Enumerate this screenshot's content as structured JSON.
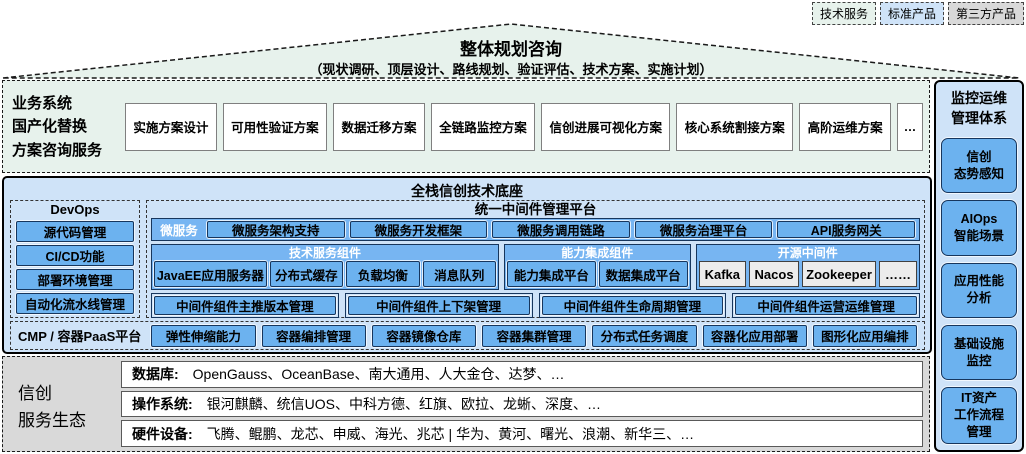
{
  "legend": {
    "items": [
      "技术服务",
      "标准产品",
      "第三方产品"
    ]
  },
  "roof": {
    "title": "整体规划咨询",
    "subtitle": "（现状调研、顶层设计、路线规划、验证评估、技术方案、实施计划）"
  },
  "biz": {
    "title": "业务系统\n国产化替换\n方案咨询服务",
    "items": [
      "实施方案设计",
      "可用性验证方案",
      "数据迁移方案",
      "全链路监控方案",
      "信创进展可视化方案",
      "核心系统割接方案",
      "高阶运维方案",
      "…"
    ]
  },
  "foundation": {
    "title": "全栈信创技术底座",
    "devops": {
      "title": "DevOps",
      "items": [
        "源代码管理",
        "CI/CD功能",
        "部署环境管理",
        "自动化流水线管理"
      ]
    },
    "middleware": {
      "title": "统一中间件管理平台",
      "ms_label": "微服务",
      "ms_items": [
        "微服务架构支持",
        "微服务开发框架",
        "微服务调用链路",
        "微服务治理平台",
        "API服务网关"
      ],
      "groups": [
        {
          "title": "技术服务组件",
          "items": [
            "JavaEE应用服务器",
            "分布式缓存",
            "负载均衡",
            "消息队列"
          ]
        },
        {
          "title": "能力集成组件",
          "items": [
            "能力集成平台",
            "数据集成平台"
          ]
        },
        {
          "title": "开源中间件",
          "items": [
            "Kafka",
            "Nacos",
            "Zookeeper",
            "……"
          ]
        }
      ],
      "mgmt_items": [
        "中间件组件主推版本管理",
        "中间件组件上下架管理",
        "中间件组件生命周期管理",
        "中间件组件运营运维管理"
      ]
    },
    "cmp": {
      "label": "CMP / 容器PaaS平台",
      "items": [
        "弹性伸缩能力",
        "容器编排管理",
        "容器镜像仓库",
        "容器集群管理",
        "分布式任务调度",
        "容器化应用部署",
        "图形化应用编排"
      ]
    }
  },
  "eco": {
    "title": "信创\n服务生态",
    "rows": [
      {
        "label": "数据库:",
        "items": "OpenGauss、OceanBase、南大通用、人大金仓、达梦、…"
      },
      {
        "label": "操作系统:",
        "items": "银河麒麟、统信UOS、中科方德、红旗、欧拉、龙蜥、深度、…"
      },
      {
        "label": "硬件设备:",
        "items": "飞腾、鲲鹏、龙芯、申威、海光、兆芯 | 华为、黄河、曙光、浪潮、新华三、…"
      }
    ]
  },
  "monitoring": {
    "title": "监控运维\n管理体系",
    "items": [
      "信创\n态势感知",
      "AIOps\n智能场景",
      "应用性能\n分析",
      "基础设施\n监控",
      "IT资产\n工作流程\n管理"
    ]
  },
  "colors": {
    "service_green": "#e7f2ec",
    "standard_blue_light": "#cfe3f8",
    "standard_blue_box": "#6cb2ef",
    "band_blue": "#77b5f2",
    "navy_border": "#17365d",
    "thirdparty_gray": "#d9d9d9",
    "thirdparty_box_gray": "#ececec"
  }
}
